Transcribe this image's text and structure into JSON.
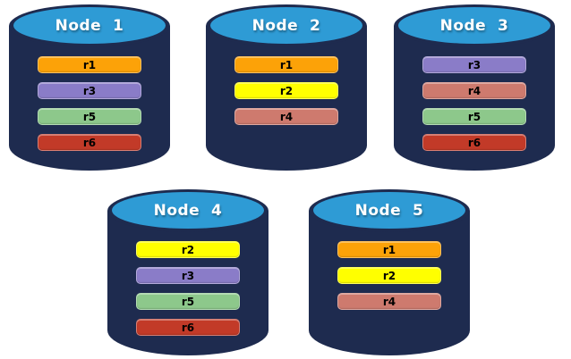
{
  "diagram": {
    "description": "database-nodes-with-replicas",
    "nodes": [
      {
        "label": "Node  1",
        "replicas": [
          "r1",
          "r3",
          "r5",
          "r6"
        ]
      },
      {
        "label": "Node  2",
        "replicas": [
          "r1",
          "r2",
          "r4"
        ]
      },
      {
        "label": "Node  3",
        "replicas": [
          "r3",
          "r4",
          "r5",
          "r6"
        ]
      },
      {
        "label": "Node  4",
        "replicas": [
          "r2",
          "r3",
          "r5",
          "r6"
        ]
      },
      {
        "label": "Node  5",
        "replicas": [
          "r1",
          "r2",
          "r4"
        ]
      }
    ],
    "replica_colors": {
      "r1": "#FCA208",
      "r2": "#FFFF00",
      "r3": "#8A7CC8",
      "r4": "#CE7A6E",
      "r5": "#8DC88B",
      "r6": "#C23A28"
    },
    "colors": {
      "cylinder_body": "#1E2B4F",
      "cylinder_top": "#2E9BD5",
      "node_label_text": "#FFFFFF",
      "replica_label_text": "#000000"
    }
  }
}
